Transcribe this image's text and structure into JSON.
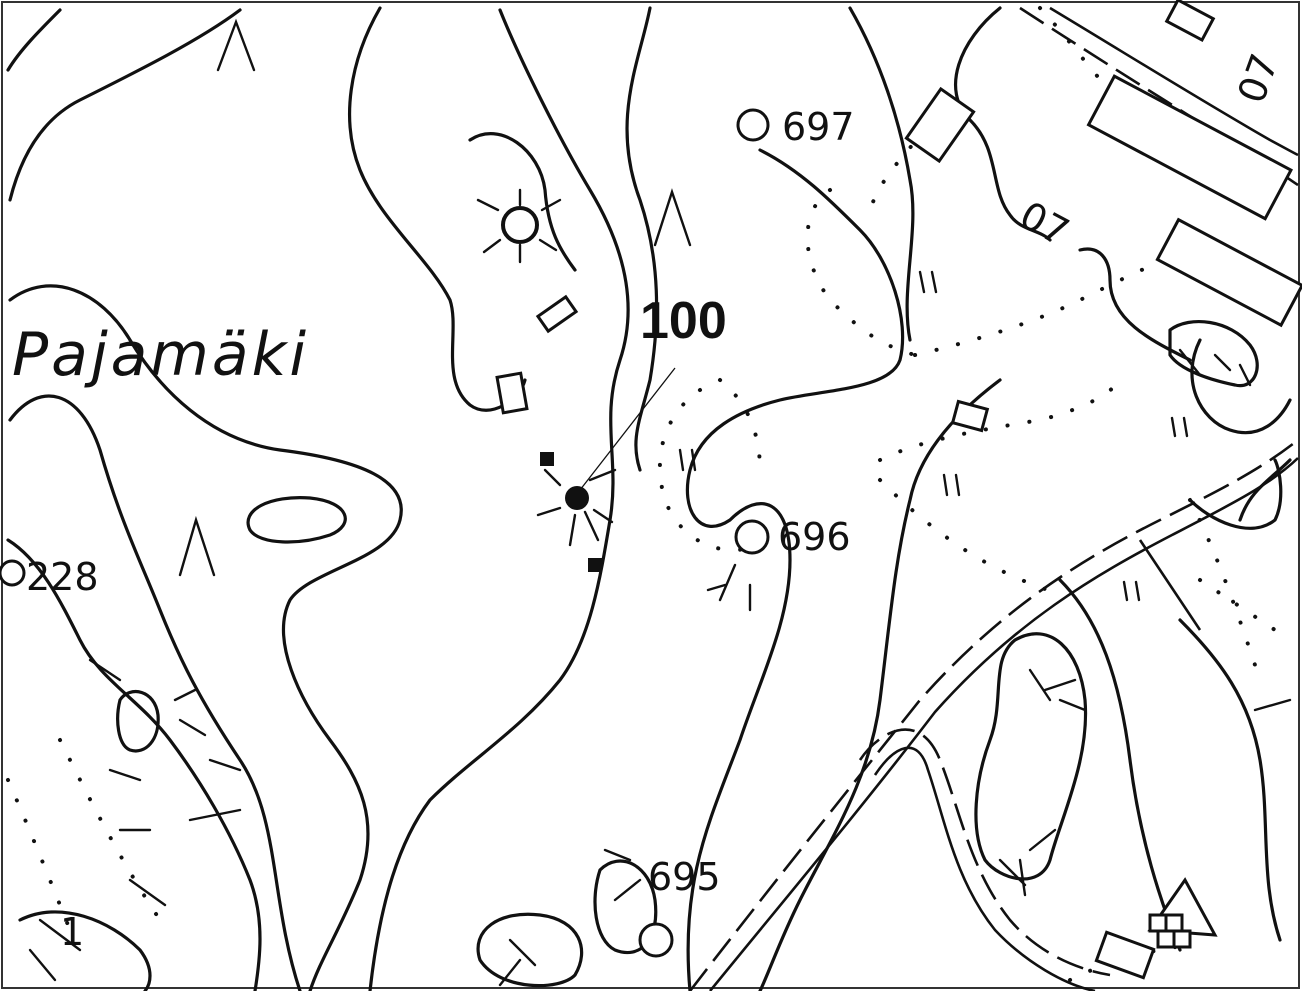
{
  "map": {
    "place_name": "Pajamäki",
    "point_label": "100",
    "spot_heights": [
      "697",
      "696",
      "695",
      "228",
      "07",
      "07",
      "1"
    ],
    "colors": {
      "ink": "#111111",
      "paper": "#ffffff"
    }
  }
}
